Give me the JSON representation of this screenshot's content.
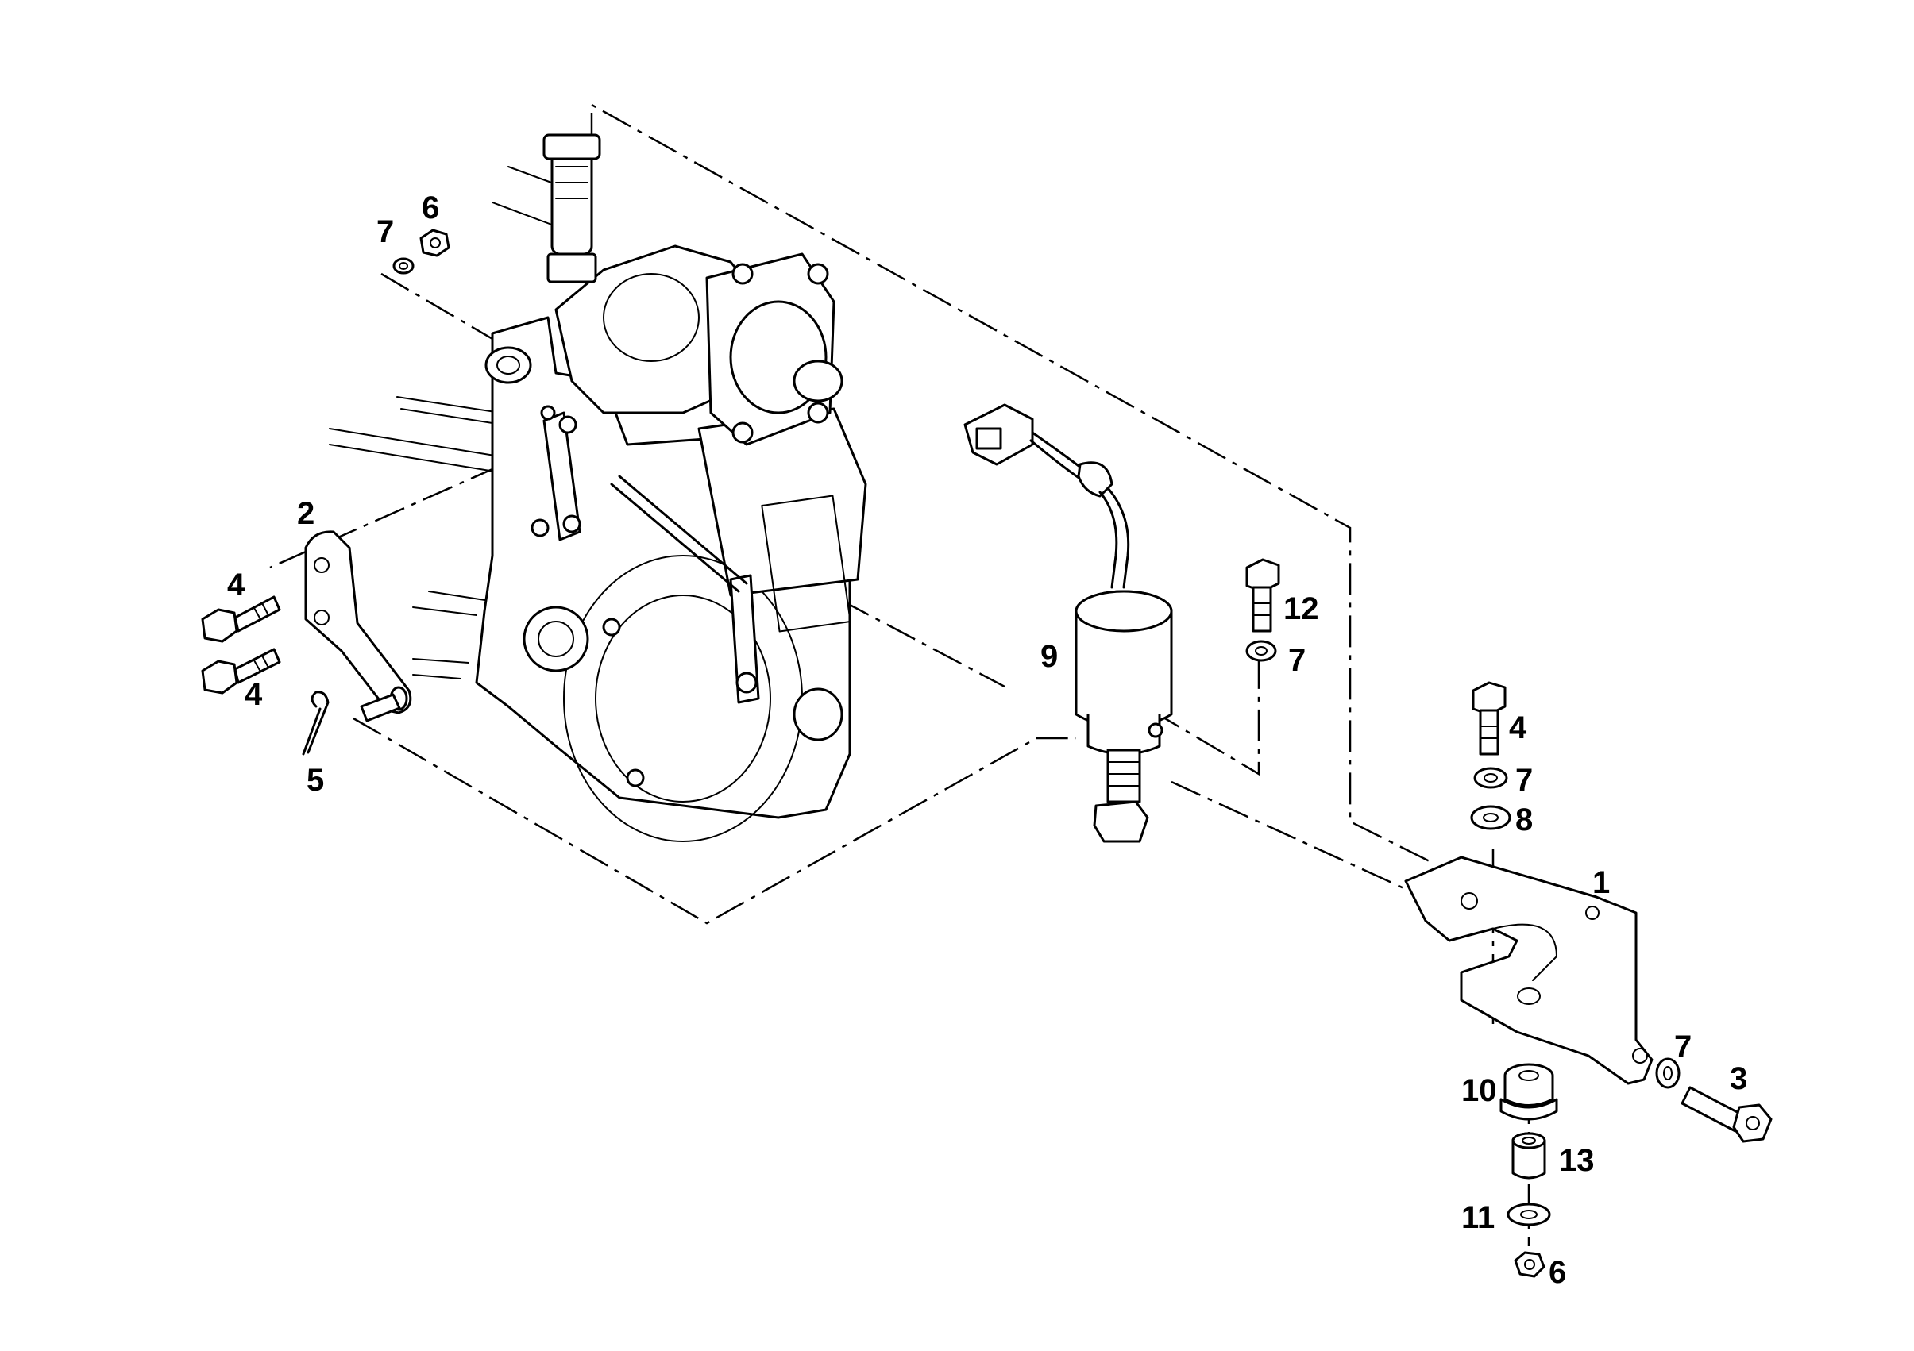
{
  "diagram": {
    "callouts": {
      "c1": "1",
      "c2": "2",
      "c3": "3",
      "c4_top_left": "4",
      "c4_bottom_left": "4",
      "c4_right": "4",
      "c5": "5",
      "c6_top": "6",
      "c6_bottom": "6",
      "c7_top_left": "7",
      "c7_mid": "7",
      "c7_right_upper": "7",
      "c7_right_lower": "7",
      "c8": "8",
      "c9": "9",
      "c10": "10",
      "c11": "11",
      "c12": "12",
      "c13": "13"
    }
  }
}
